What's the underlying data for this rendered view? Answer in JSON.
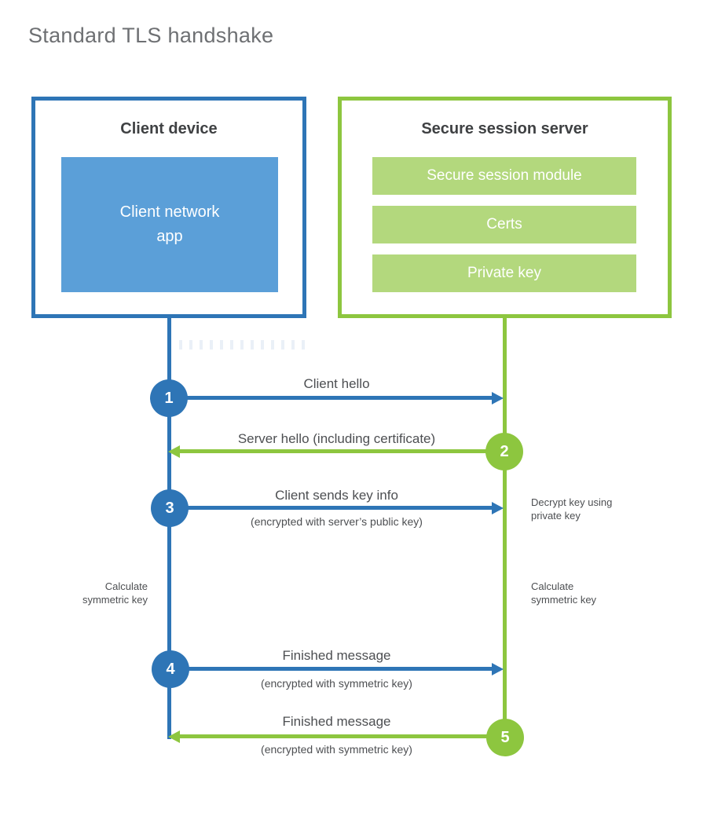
{
  "title": "Standard TLS handshake",
  "colors": {
    "blue": "#2e75b6",
    "blue_fill": "#5b9fd8",
    "green": "#8dc63f",
    "green_fill": "#b3d87d",
    "heading_text": "#3f4143",
    "label_text": "#4d4f52",
    "title_text": "#6e7073",
    "white_text": "#ffffff"
  },
  "client": {
    "header": "Client device",
    "app_line1": "Client network",
    "app_line2": "app"
  },
  "server": {
    "header": "Secure session server",
    "modules": [
      "Secure session module",
      "Certs",
      "Private key"
    ]
  },
  "steps": [
    {
      "num": "1",
      "label": "Client hello",
      "sublabel": "",
      "direction": "right",
      "color": "blue"
    },
    {
      "num": "2",
      "label": "Server hello (including certificate)",
      "sublabel": "",
      "direction": "left",
      "color": "green"
    },
    {
      "num": "3",
      "label": "Client sends key info",
      "sublabel": "(encrypted with server’s public key)",
      "direction": "right",
      "color": "blue"
    },
    {
      "num": "4",
      "label": "Finished message",
      "sublabel": "(encrypted with symmetric key)",
      "direction": "right",
      "color": "blue"
    },
    {
      "num": "5",
      "label": "Finished message",
      "sublabel": "(encrypted with symmetric key)",
      "direction": "left",
      "color": "green"
    }
  ],
  "notes": {
    "decrypt_line1": "Decrypt key using",
    "decrypt_line2": "private key",
    "calc_left_line1": "Calculate",
    "calc_left_line2": "symmetric key",
    "calc_right_line1": "Calculate",
    "calc_right_line2": "symmetric key"
  }
}
